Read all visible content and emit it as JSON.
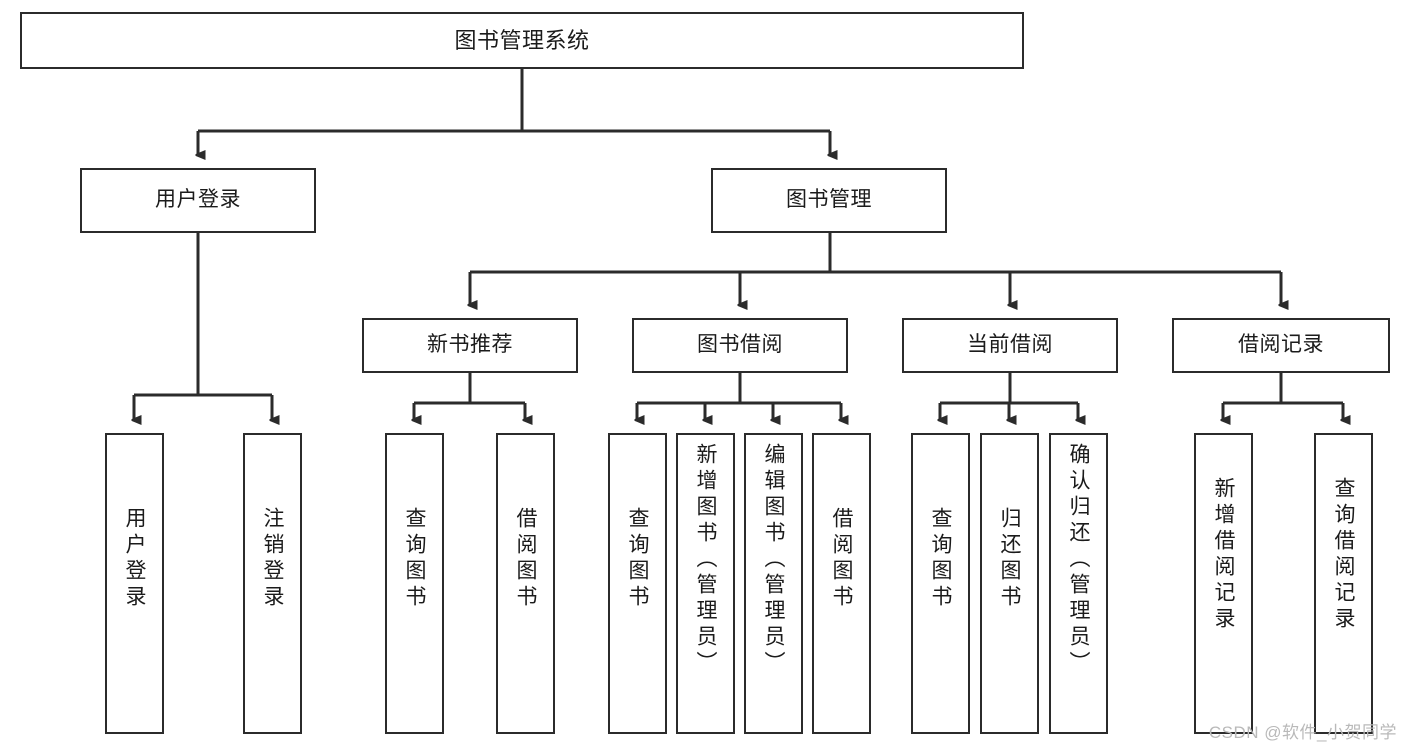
{
  "diagram": {
    "title": "图书管理系统",
    "type": "tree-hierarchy-chart",
    "orientation": "top-down",
    "colors": {
      "box_border": "#2b2b2b",
      "box_fill": "#ffffff",
      "edge": "#2b2b2b",
      "text": "#1b1b1b",
      "watermark": "#b9b9b9",
      "background": "#ffffff"
    },
    "root": {
      "label": "图书管理系统"
    },
    "level2": [
      {
        "label": "用户登录"
      },
      {
        "label": "图书管理"
      }
    ],
    "level3": [
      {
        "label": "新书推荐"
      },
      {
        "label": "图书借阅"
      },
      {
        "label": "当前借阅"
      },
      {
        "label": "借阅记录"
      }
    ],
    "leaves": {
      "user_login": [
        {
          "label": "用户登录"
        },
        {
          "label": "注销登录"
        }
      ],
      "new_book_recommend": [
        {
          "label": "查询图书"
        },
        {
          "label": "借阅图书"
        }
      ],
      "book_borrow": [
        {
          "label": "查询图书"
        },
        {
          "label": "新增图书（管理员）"
        },
        {
          "label": "编辑图书（管理员）"
        },
        {
          "label": "借阅图书"
        }
      ],
      "current_borrow": [
        {
          "label": "查询图书"
        },
        {
          "label": "归还图书"
        },
        {
          "label": "确认归还（管理员）"
        }
      ],
      "borrow_record": [
        {
          "label": "新增借阅记录"
        },
        {
          "label": "查询借阅记录"
        }
      ]
    },
    "watermark": "CSDN @软件_小贺同学"
  }
}
